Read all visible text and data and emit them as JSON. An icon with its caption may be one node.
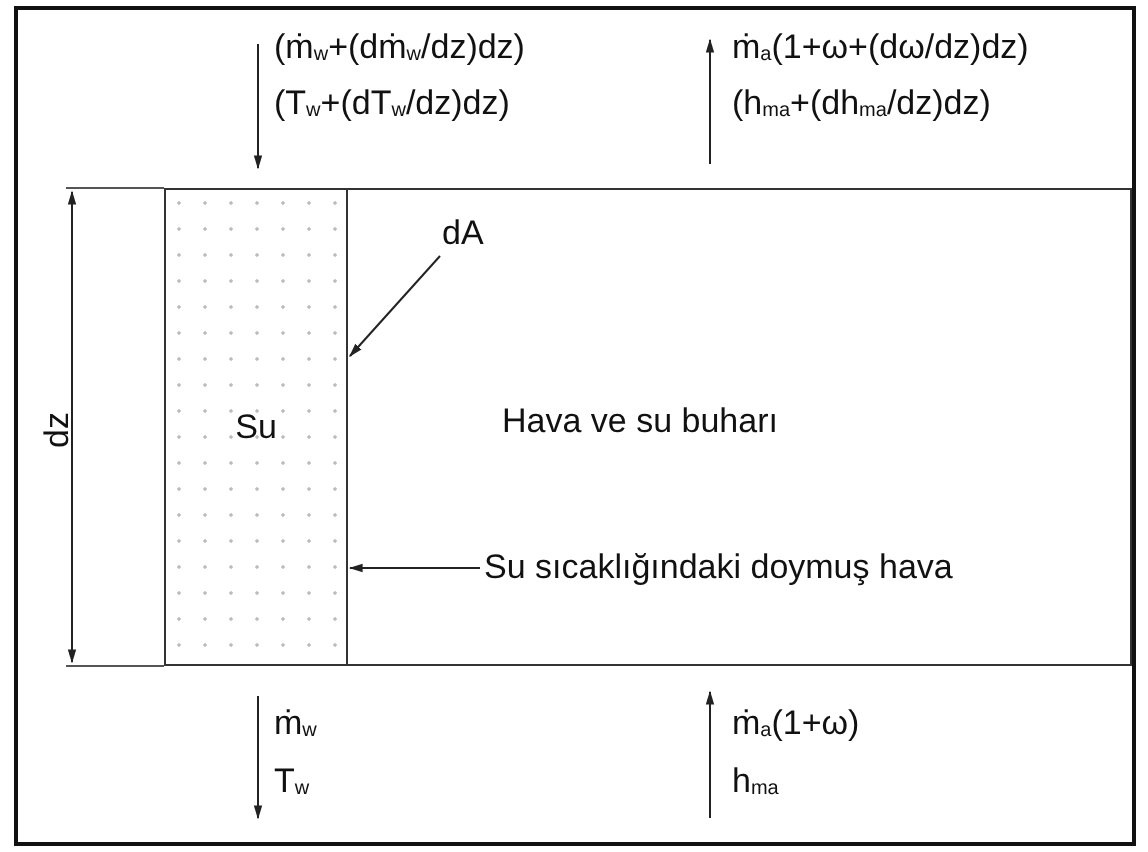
{
  "diagram": {
    "nodes": [
      {
        "text": [
          "Su"
        ]
      },
      {
        "text": [
          "Hava ve su buharı"
        ]
      },
      {
        "text": [
          "dA"
        ],
        "in": 1
      },
      {
        "text": [
          "Su sıcaklığındaki doymuş hava"
        ],
        "in": 1
      }
    ],
    "edges": [
      {
        "from": 2,
        "to": 0,
        "arrow": "to"
      },
      {
        "from": 3,
        "to": 0,
        "arrow": "to"
      }
    ],
    "labels": [
      "(ṁ$_{w}$+(dṁ$_{w}$/dz)dz)",
      "(T$_{w}$+(dT$_{w}$/dz)dz)",
      "ṁ$_{a}$(1+ω+(dω/dz)dz)",
      "(h$_{ma}$+(dh$_{ma}$/dz)dz)",
      "dz",
      "ṁ$_{w}$",
      "T$_{w}$",
      "ṁ$_{a}$(1+ω)",
      "h$_{ma}$"
    ]
  }
}
